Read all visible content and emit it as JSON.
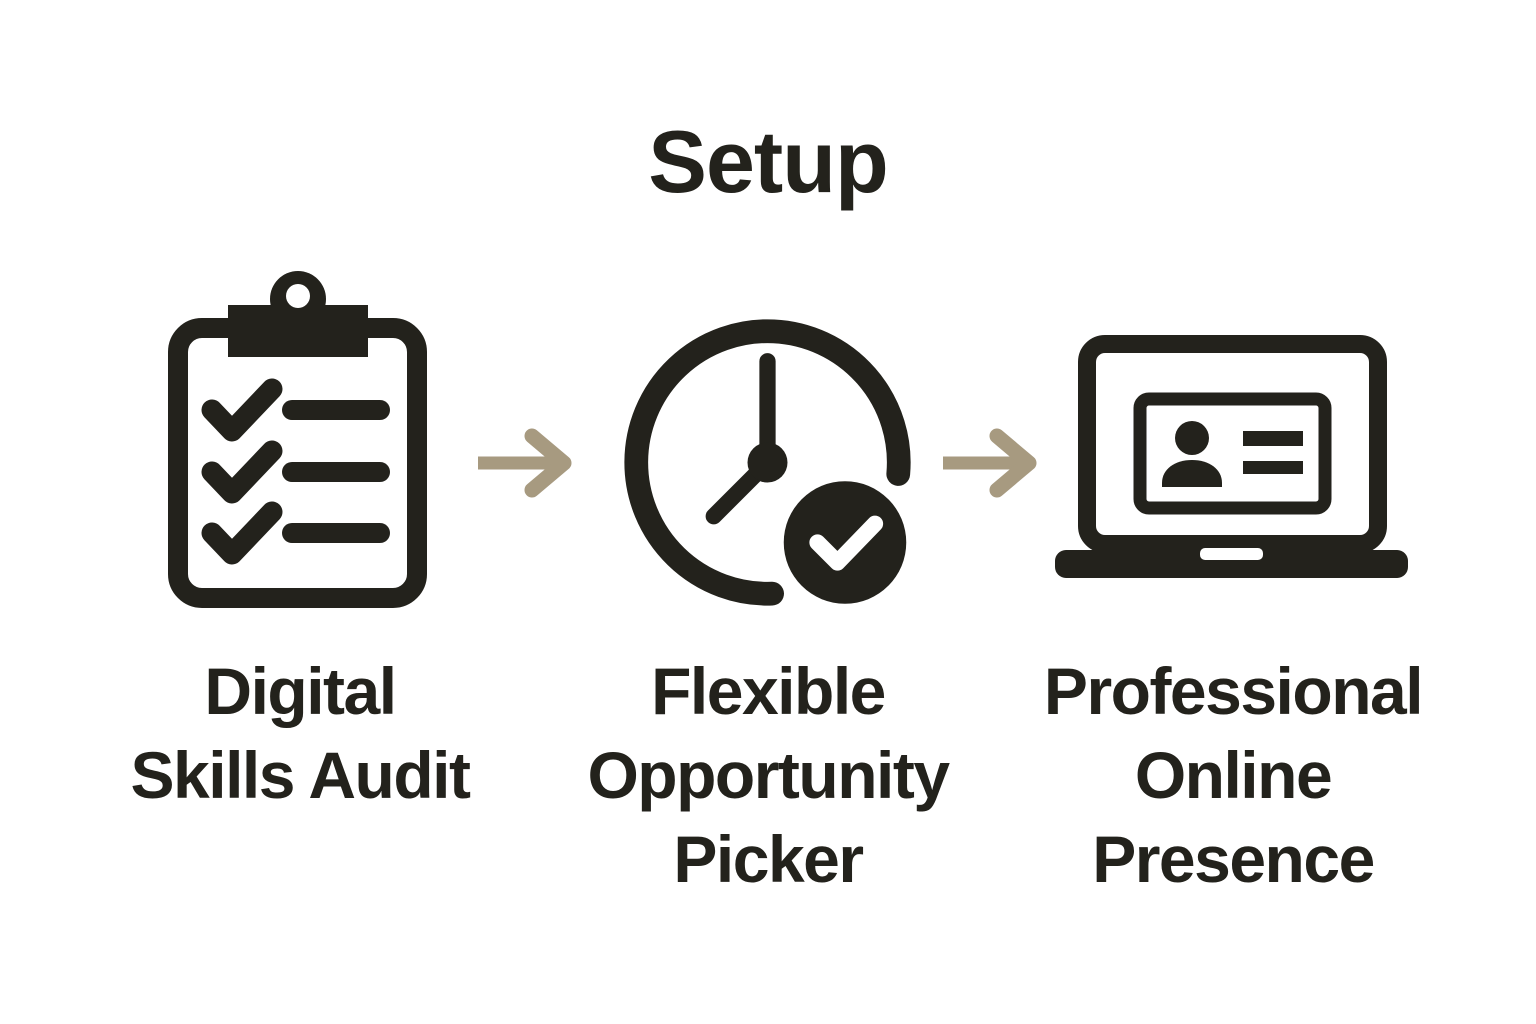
{
  "title": "Setup",
  "colors": {
    "ink": "#23221c",
    "arrow": "#a79a80",
    "background": "#ffffff"
  },
  "steps": [
    {
      "icon": "clipboard-checklist-icon",
      "lines": [
        "Digital",
        "Skills Audit"
      ]
    },
    {
      "icon": "clock-check-icon",
      "lines": [
        "Flexible",
        "Opportunity",
        "Picker"
      ]
    },
    {
      "icon": "laptop-profile-icon",
      "lines": [
        "Professional",
        "Online",
        "Presence"
      ]
    }
  ],
  "connector": "arrow-right-icon"
}
